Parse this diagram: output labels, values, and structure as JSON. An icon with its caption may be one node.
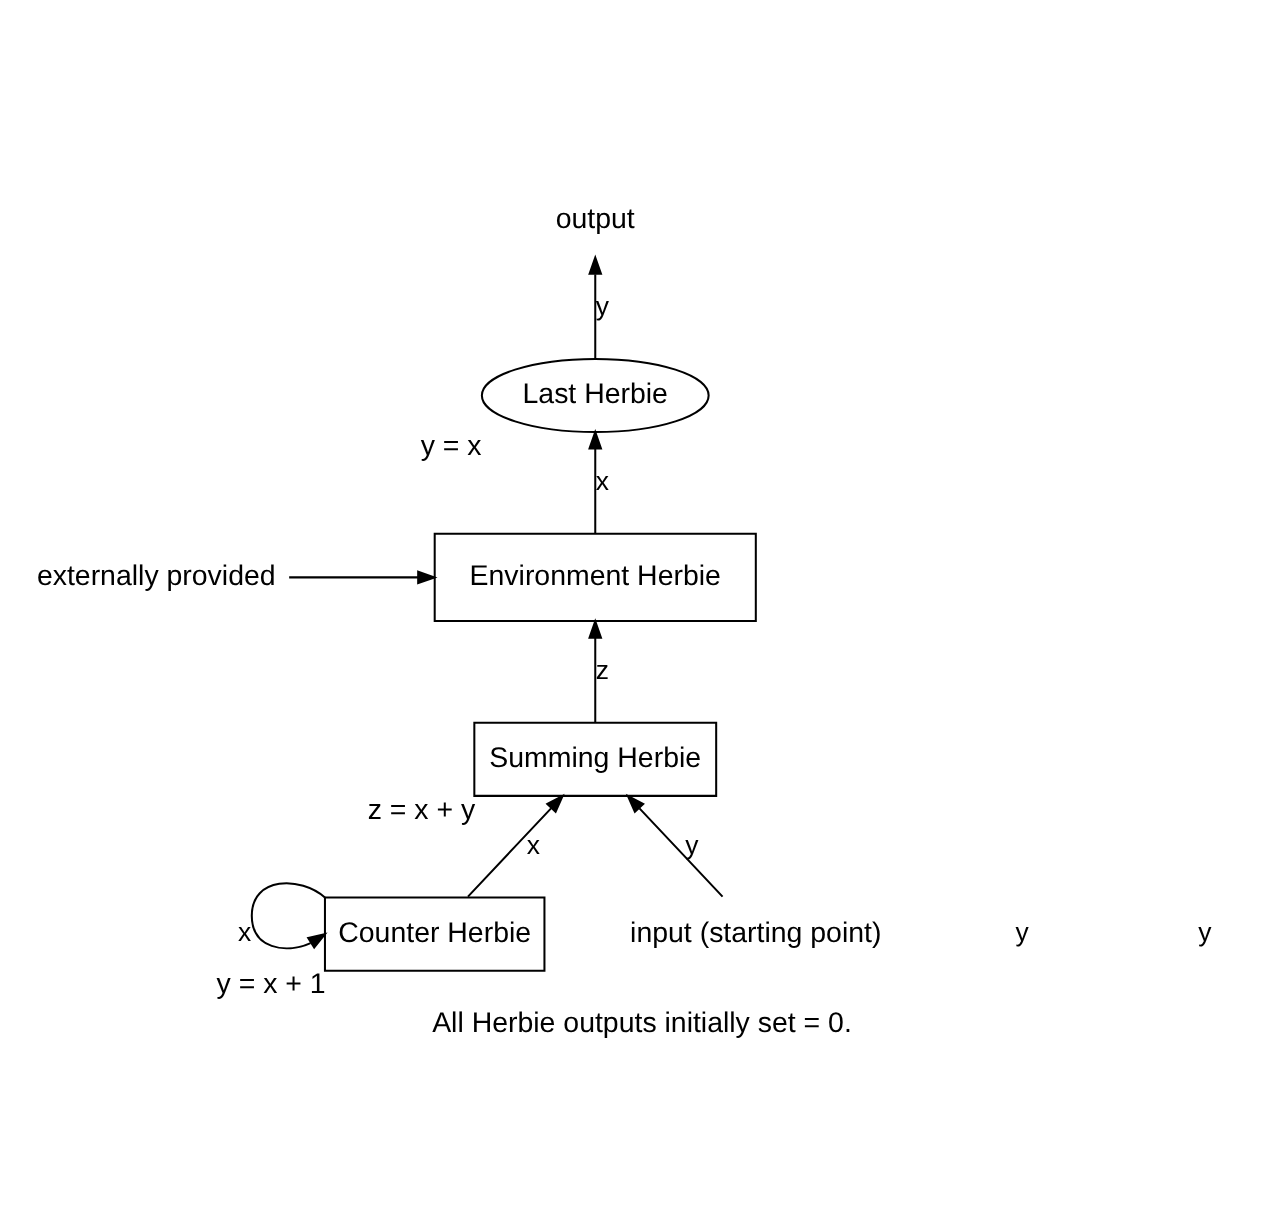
{
  "diagram": {
    "caption": "All Herbie outputs initially set = 0.",
    "nodes": [
      {
        "text": [
          "output"
        ]
      },
      {
        "text": [
          "Last Herbie"
        ],
        "beside": [
          "y = x"
        ]
      },
      {
        "text": [
          "Environment Herbie"
        ]
      },
      {
        "text": [
          "externally provided"
        ]
      },
      {
        "text": [
          "Summing Herbie"
        ],
        "beside": [
          "z = x + y"
        ]
      },
      {
        "text": [
          "Counter Herbie"
        ],
        "beside": [
          "y = x + 1"
        ]
      },
      {
        "text": [
          "input (starting point)"
        ]
      }
    ],
    "edges": [
      {
        "from": 1,
        "to": 0,
        "arrow": "to",
        "label": "y"
      },
      {
        "from": 2,
        "to": 1,
        "arrow": "to",
        "label": "x"
      },
      {
        "from": 3,
        "to": 2,
        "arrow": "to"
      },
      {
        "from": 4,
        "to": 2,
        "arrow": "to",
        "label": "z"
      },
      {
        "from": 5,
        "to": 4,
        "arrow": "to",
        "label": "x"
      },
      {
        "from": 6,
        "to": 4,
        "arrow": "to",
        "label": "y"
      },
      {
        "from": 5,
        "to": 5,
        "arrow": "to",
        "label": "x"
      }
    ],
    "labels": [
      "y",
      "y"
    ]
  }
}
